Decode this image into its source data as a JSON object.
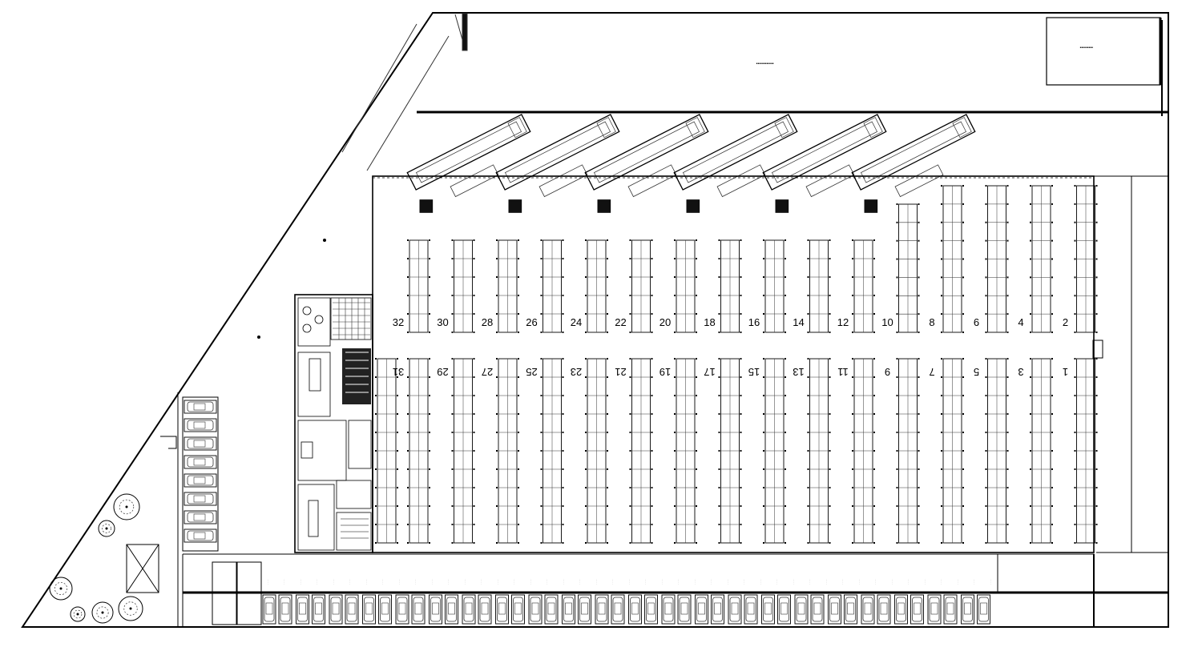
{
  "colors": {
    "line": "#000000",
    "thin": "#333333",
    "paper": "#ffffff",
    "dark": "#222222"
  },
  "top_row_numbers": [
    "32",
    "30",
    "28",
    "26",
    "24",
    "22",
    "20",
    "18",
    "16",
    "14",
    "12",
    "10",
    "8",
    "6",
    "4",
    "2"
  ],
  "bottom_row_numbers": [
    "31",
    "29",
    "27",
    "25",
    "23",
    "21",
    "19",
    "17",
    "15",
    "13",
    "11",
    "9",
    "7",
    "5",
    "3",
    "1"
  ],
  "icons": {
    "tree": "tree-icon",
    "car": "car-icon",
    "truck": "truck-icon"
  }
}
